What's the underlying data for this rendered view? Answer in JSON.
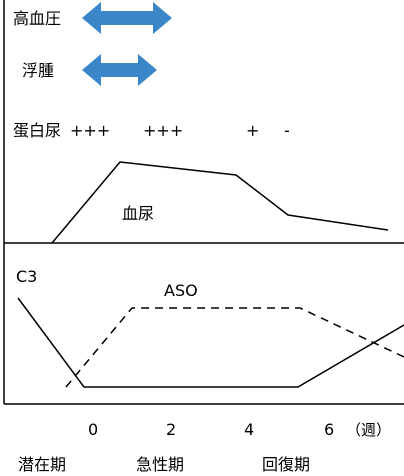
{
  "labels": {
    "hypertension": "高血圧",
    "edema": "浮腫",
    "proteinuria": "蛋白尿",
    "hematuria": "血尿",
    "c3": "C3",
    "aso": "ASO"
  },
  "proteinuria_levels": [
    "+++",
    "+++",
    "+",
    "-"
  ],
  "x_ticks": [
    "0",
    "2",
    "4",
    "6"
  ],
  "x_unit": "（週）",
  "phases": [
    "潜在期",
    "急性期",
    "回復期"
  ],
  "colors": {
    "arrow": "#3a86c8",
    "line": "#000000"
  }
}
